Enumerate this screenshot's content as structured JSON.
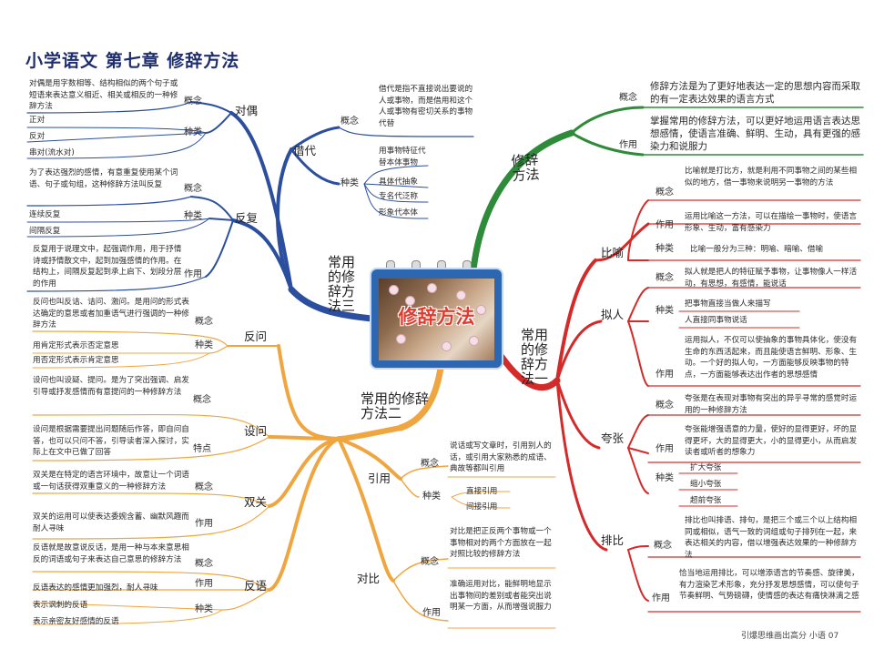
{
  "header": {
    "title": "小学语文    第七章  修辞方法"
  },
  "center": {
    "label": "修辞方法"
  },
  "footer": {
    "text": "引爆思维画出高分   小语   07"
  },
  "branches": {
    "intro": "修辞方法",
    "one": "常用的修辞方法一",
    "two": "常用的修辞方法二",
    "three": "常用的修辞方法三"
  },
  "intro": {
    "concept_label": "概念",
    "concept_text": "修辞方法是为了更好地表达一定的思想内容而采取的有一定表达效果的语言方式",
    "use_label": "作用",
    "use_text": "掌握常用的修辞方法，可以更好地运用语言表达思想感情，使语言准确、鲜明、生动，具有更强的感染力和说服力"
  },
  "biyu": {
    "name": "比喻",
    "concept_label": "概念",
    "concept_text": "比喻就是打比方，就是利用不同事物之间的某些相似的地方，借一事物来说明另一事物的方法",
    "use_label": "作用",
    "use_text": "运用比喻这一方法，可以在描绘一事物时，使语言形象、生动，富有感染力",
    "kind_label": "种类",
    "kind_text": "比喻一般分为三种：明喻、暗喻、借喻"
  },
  "niren": {
    "name": "拟人",
    "concept_label": "概念",
    "concept_text": "拟人就是把人的特征赋予事物，让事物像人一样活动，有思想，有感情，能说话",
    "kind_label": "种类",
    "kinds": [
      "把事物直接当做人来描写",
      "人直接同事物说话"
    ],
    "use_label": "作用",
    "use_text": "运用拟人，不仅可以使抽象的事物具体化，使没有生命的东西活起来，而且能使语言鲜明、形象、生动。一个好的拟人句，一方面能够反映事物的特点，一方面能够表达出作者的思想感情"
  },
  "kuazhang": {
    "name": "夸张",
    "concept_label": "概念",
    "concept_text": "夸张是在表现对事物有突出的异乎寻常的感觉时运用的一种修辞方法",
    "use_label": "作用",
    "use_text": "夸张能增强语意的力量，使好的显得更好，坏的显得更坏，大的显得更大，小的显得更小，从而启发读者或听者的想象力",
    "kind_label": "种类",
    "kinds": [
      "扩大夸张",
      "缩小夸张",
      "超前夸张"
    ]
  },
  "paibi": {
    "name": "排比",
    "concept_label": "概念",
    "concept_text": "排比也叫排语、排句，是把三个或三个以上结构相同或相似，语气一致的词组或句子排列在一起，来表达相关的内容，借以增强表达效果的一种修辞方法",
    "use_label": "作用",
    "use_text": "恰当地运用排比，可以增添语言的节奏感、旋律美，有力渲染艺术形象，充分抒发思想感情，可以使句子节奏鲜明、气势磅礴，使情感的表达有痛快淋漓之感"
  },
  "yinyong": {
    "name": "引用",
    "concept_label": "概念",
    "concept_text": "说话或写文章时，引用别人的话，或引用大家熟悉的成语、典故等都叫引用",
    "kind_label": "种类",
    "kinds": [
      "直接引用",
      "间接引用"
    ]
  },
  "duibi": {
    "name": "对比",
    "concept_label": "概念",
    "concept_text": "对比是把正反两个事物或一个事物相对的两个方面放在一起对照比较的修辞方法",
    "use_label": "作用",
    "use_text": "准确运用对比，能鲜明地显示出事物间的差别或者能突出说明某一方面，从而增强说服力"
  },
  "fanwen": {
    "name": "反问",
    "concept_label": "概念",
    "concept_text": "反问也叫反诘、诘问、激问。是用问的形式表达确定的意思或者加重语气进行强调的一种修辞方法",
    "kind_label": "种类",
    "kinds": [
      "用肯定形式表示否定意思",
      "用否定形式表示肯定意思"
    ]
  },
  "shewen": {
    "name": "设问",
    "concept_label": "概念",
    "concept_text": "设问也叫设疑、提问。是为了突出强调、启发引导或抒发感情而有意提问的一种修辞方法",
    "feature_label": "特点",
    "feature_text": "设问是根据需要提出问题随后作答，即自问自答，也可以只问不答，引导读者深入探讨，实际上在文中已做了回答"
  },
  "shuangguan": {
    "name": "双关",
    "concept_label": "概念",
    "concept_text": "双关是在特定的语言环境中，故意让一个词语或一句话获得双重意义的一种修辞方法",
    "use_label": "作用",
    "use_text": "双关的运用可以使表达委婉含蓄、幽默风趣而耐人寻味"
  },
  "fanyu": {
    "name": "反语",
    "concept_label": "概念",
    "concept_text": "反语就是故意说反话，是用一种与本来意思相反的词语或句子来表达自己意思的修辞方法",
    "use_label": "作用",
    "use_text": "反语表达的感情更加强烈，耐人寻味",
    "kind_label": "种类",
    "kinds": [
      "表示讽刺的反语",
      "表示亲密友好感情的反语"
    ]
  },
  "duiou": {
    "name": "对偶",
    "concept_label": "概念",
    "concept_text": "对偶是用字数相等、结构相似的两个句子或短语来表达意义相近、相关或相反的一种修辞方法",
    "kind_label": "种类",
    "kinds": [
      "正对",
      "反对",
      "串对(流水对)"
    ]
  },
  "fanfu": {
    "name": "反复",
    "concept_label": "概念",
    "concept_text": "为了表达强烈的感情，有意重复使用某个词语、句子或句组，这种修辞方法叫反复",
    "kind_label": "种类",
    "kinds": [
      "连续反复",
      "间隔反复"
    ],
    "use_label": "作用",
    "use_text": "反复用于说理文中，起强调作用，用于抒情诗或抒情散文中，起到加强感情的作用。在结构上，间隔反复起到承上启下、划段分层的作用"
  },
  "jiedai": {
    "name": "借代",
    "concept_label": "概念",
    "concept_text": "借代是指不直接说出要说的人或事物，而是借用和这个人或事物有密切关系的事物代替",
    "kind_label": "种类",
    "kinds": [
      "用事物特征代替本体事物",
      "具体代抽象",
      "专名代泛称",
      "形象代本体"
    ]
  },
  "colors": {
    "intro": "#2e8b3a",
    "one": "#d42a2a",
    "two": "#f0a640",
    "three": "#2b4f9e",
    "title": "#1f2e6e",
    "center_text": "#e23b2e"
  }
}
